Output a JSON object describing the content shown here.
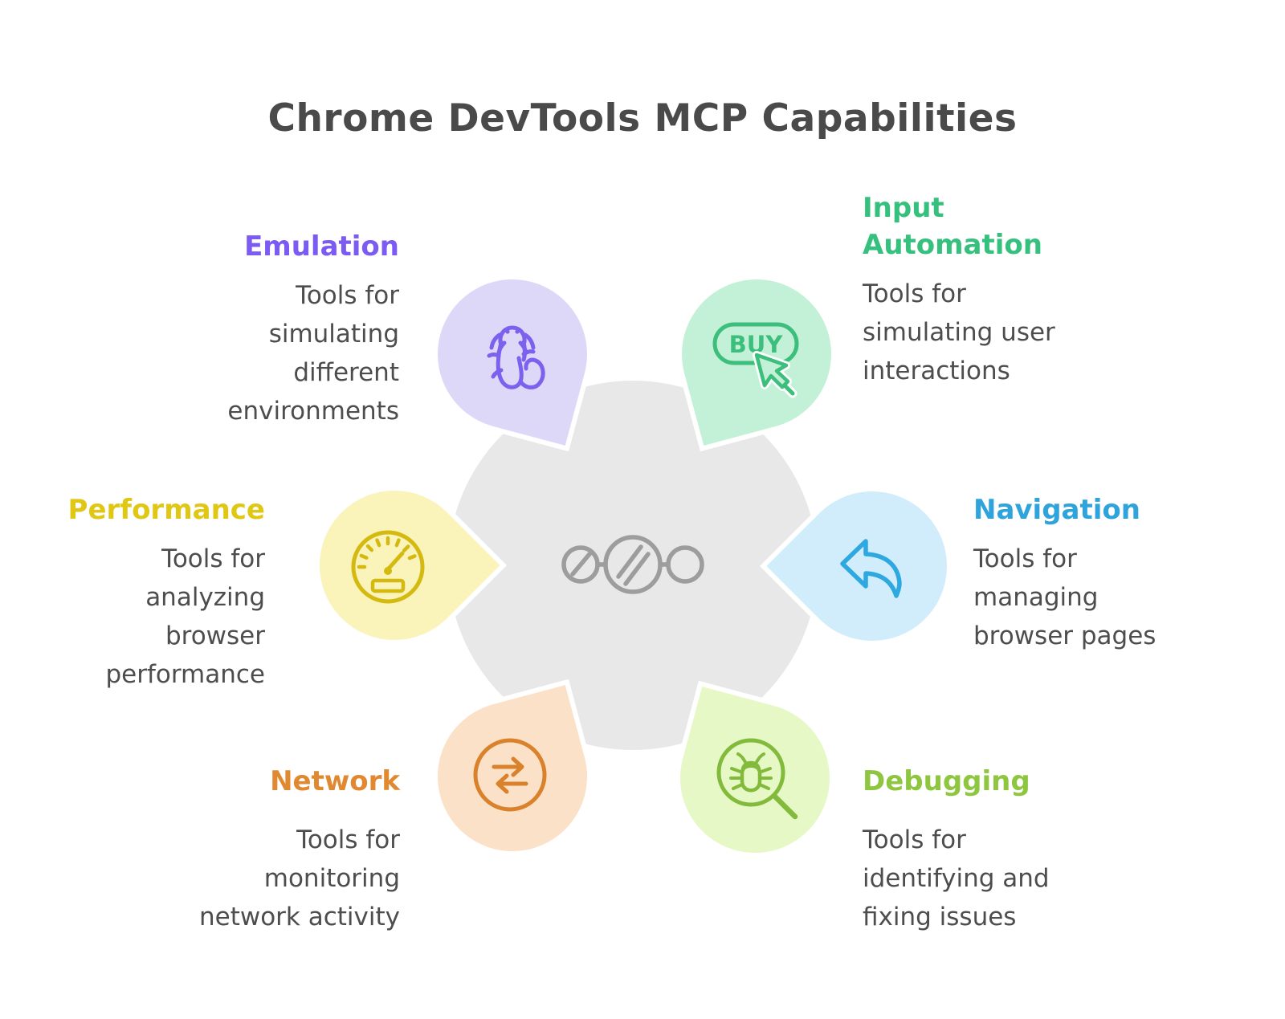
{
  "title": "Chrome DevTools MCP Capabilities",
  "center": {
    "icon": "workflow-nodes-icon",
    "hub_color": "#e8e8e8",
    "icon_color": "#9d9d9d"
  },
  "capabilities": [
    {
      "id": "emulation",
      "label": "Emulation",
      "description": "Tools for simulating different environments",
      "lines": [
        "Tools for",
        "simulating",
        "different",
        "environments"
      ],
      "accent": "#7b5bf2",
      "petal": "#ded8f8",
      "icon": "axolotl-icon"
    },
    {
      "id": "input-automation",
      "label": "Input Automation",
      "description": "Tools for simulating user interactions",
      "lines": [
        "Tools for",
        "simulating user",
        "interactions"
      ],
      "accent": "#35c07d",
      "petal": "#c3f1d7",
      "icon": "buy-button-cursor-icon"
    },
    {
      "id": "performance",
      "label": "Performance",
      "description": "Tools for analyzing browser performance",
      "lines": [
        "Tools for",
        "analyzing",
        "browser",
        "performance"
      ],
      "accent": "#e0c713",
      "petal": "#faf3ba",
      "icon": "speedometer-icon"
    },
    {
      "id": "navigation",
      "label": "Navigation",
      "description": "Tools for managing browser pages",
      "lines": [
        "Tools for",
        "managing",
        "browser pages"
      ],
      "accent": "#2ea3dc",
      "petal": "#d1edfb",
      "icon": "back-arrow-icon"
    },
    {
      "id": "network",
      "label": "Network",
      "description": "Tools for monitoring network activity",
      "lines": [
        "Tools for",
        "monitoring",
        "network activity"
      ],
      "accent": "#e08930",
      "petal": "#fbe1c7",
      "icon": "transfer-arrows-icon"
    },
    {
      "id": "debugging",
      "label": "Debugging",
      "description": "Tools for identifying and fixing issues",
      "lines": [
        "Tools for",
        "identifying and",
        "fixing issues"
      ],
      "accent": "#8ec63f",
      "petal": "#e6f8c5",
      "icon": "bug-magnifier-icon"
    }
  ]
}
